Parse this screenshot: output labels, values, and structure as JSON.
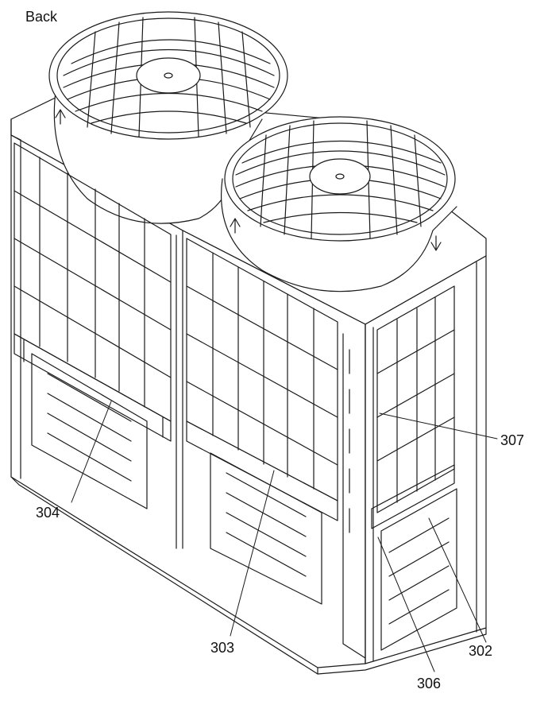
{
  "view_label": "Back",
  "callouts": [
    {
      "id": "c304",
      "text": "304"
    },
    {
      "id": "c303",
      "text": "303"
    },
    {
      "id": "c307",
      "text": "307"
    },
    {
      "id": "c302",
      "text": "302"
    },
    {
      "id": "c306",
      "text": "306"
    }
  ],
  "colors": {
    "line": "#1a1a1a",
    "background": "#ffffff"
  }
}
